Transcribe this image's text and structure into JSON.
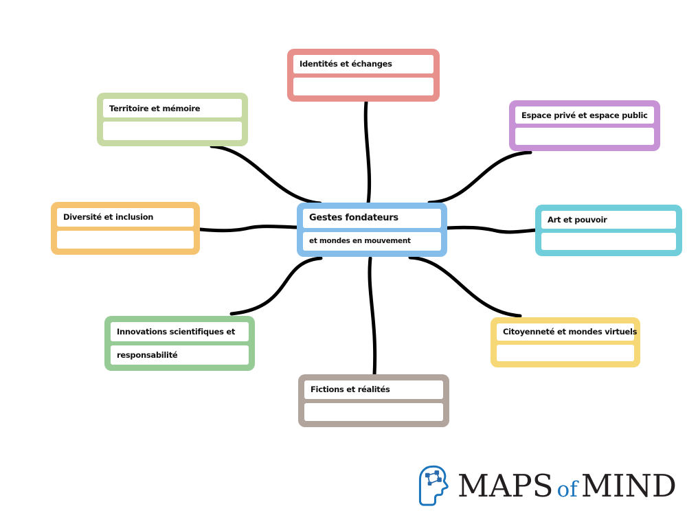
{
  "canvas": {
    "background": "#ffffff",
    "connector_color": "#000000"
  },
  "center_node": {
    "title": "Gestes fondateurs",
    "subtitle": "et mondes en mouvement",
    "color": "#85BEEA"
  },
  "nodes": [
    {
      "title": "Identités et échanges",
      "body": "",
      "color": "#E8918C"
    },
    {
      "title": "Territoire et mémoire",
      "body": "",
      "color": "#C7DAA4"
    },
    {
      "title": "Espace privé et espace public",
      "body": "",
      "color": "#C792D6"
    },
    {
      "title": "Diversité et inclusion",
      "body": "",
      "color": "#F6C371"
    },
    {
      "title": "Art et pouvoir",
      "body": "",
      "color": "#6FCEDA"
    },
    {
      "title": "Innovations scientifiques et",
      "body": "responsabilité",
      "color": "#96CB96"
    },
    {
      "title": "Citoyenneté et mondes virtuels",
      "body": "",
      "color": "#F6D876"
    },
    {
      "title": "Fictions et réalités",
      "body": "",
      "color": "#B0A49C"
    }
  ],
  "logo": {
    "maps": "MAPS",
    "of": "of",
    "mind": "MIND",
    "text_color": "#231F20",
    "accent_color": "#1B75BC"
  }
}
